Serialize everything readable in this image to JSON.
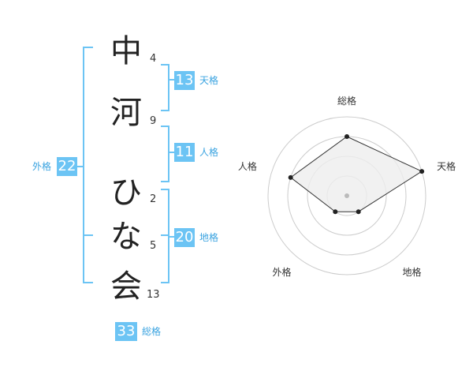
{
  "name": {
    "characters": [
      {
        "char": "中",
        "strokes": "4"
      },
      {
        "char": "河",
        "strokes": "9"
      },
      {
        "char": "ひ",
        "strokes": "2"
      },
      {
        "char": "な",
        "strokes": "5"
      },
      {
        "char": "会",
        "strokes": "13"
      }
    ]
  },
  "fortunes": {
    "tenkaku": {
      "value": "13",
      "label": "天格"
    },
    "jinkaku": {
      "value": "11",
      "label": "人格"
    },
    "chikaku": {
      "value": "20",
      "label": "地格"
    },
    "gaikaku": {
      "value": "22",
      "label": "外格"
    },
    "soukaku": {
      "value": "33",
      "label": "総格"
    }
  },
  "chart_data": {
    "type": "radar",
    "axes": [
      "総格",
      "天格",
      "地格",
      "外格",
      "人格"
    ],
    "scale_levels": 4,
    "values": [
      3,
      4,
      1,
      1,
      3
    ],
    "max": 4,
    "colors": {
      "bracket": "#6cc4f4",
      "fill": "#eeeeee",
      "line": "#333333",
      "grid": "#cccccc"
    }
  }
}
